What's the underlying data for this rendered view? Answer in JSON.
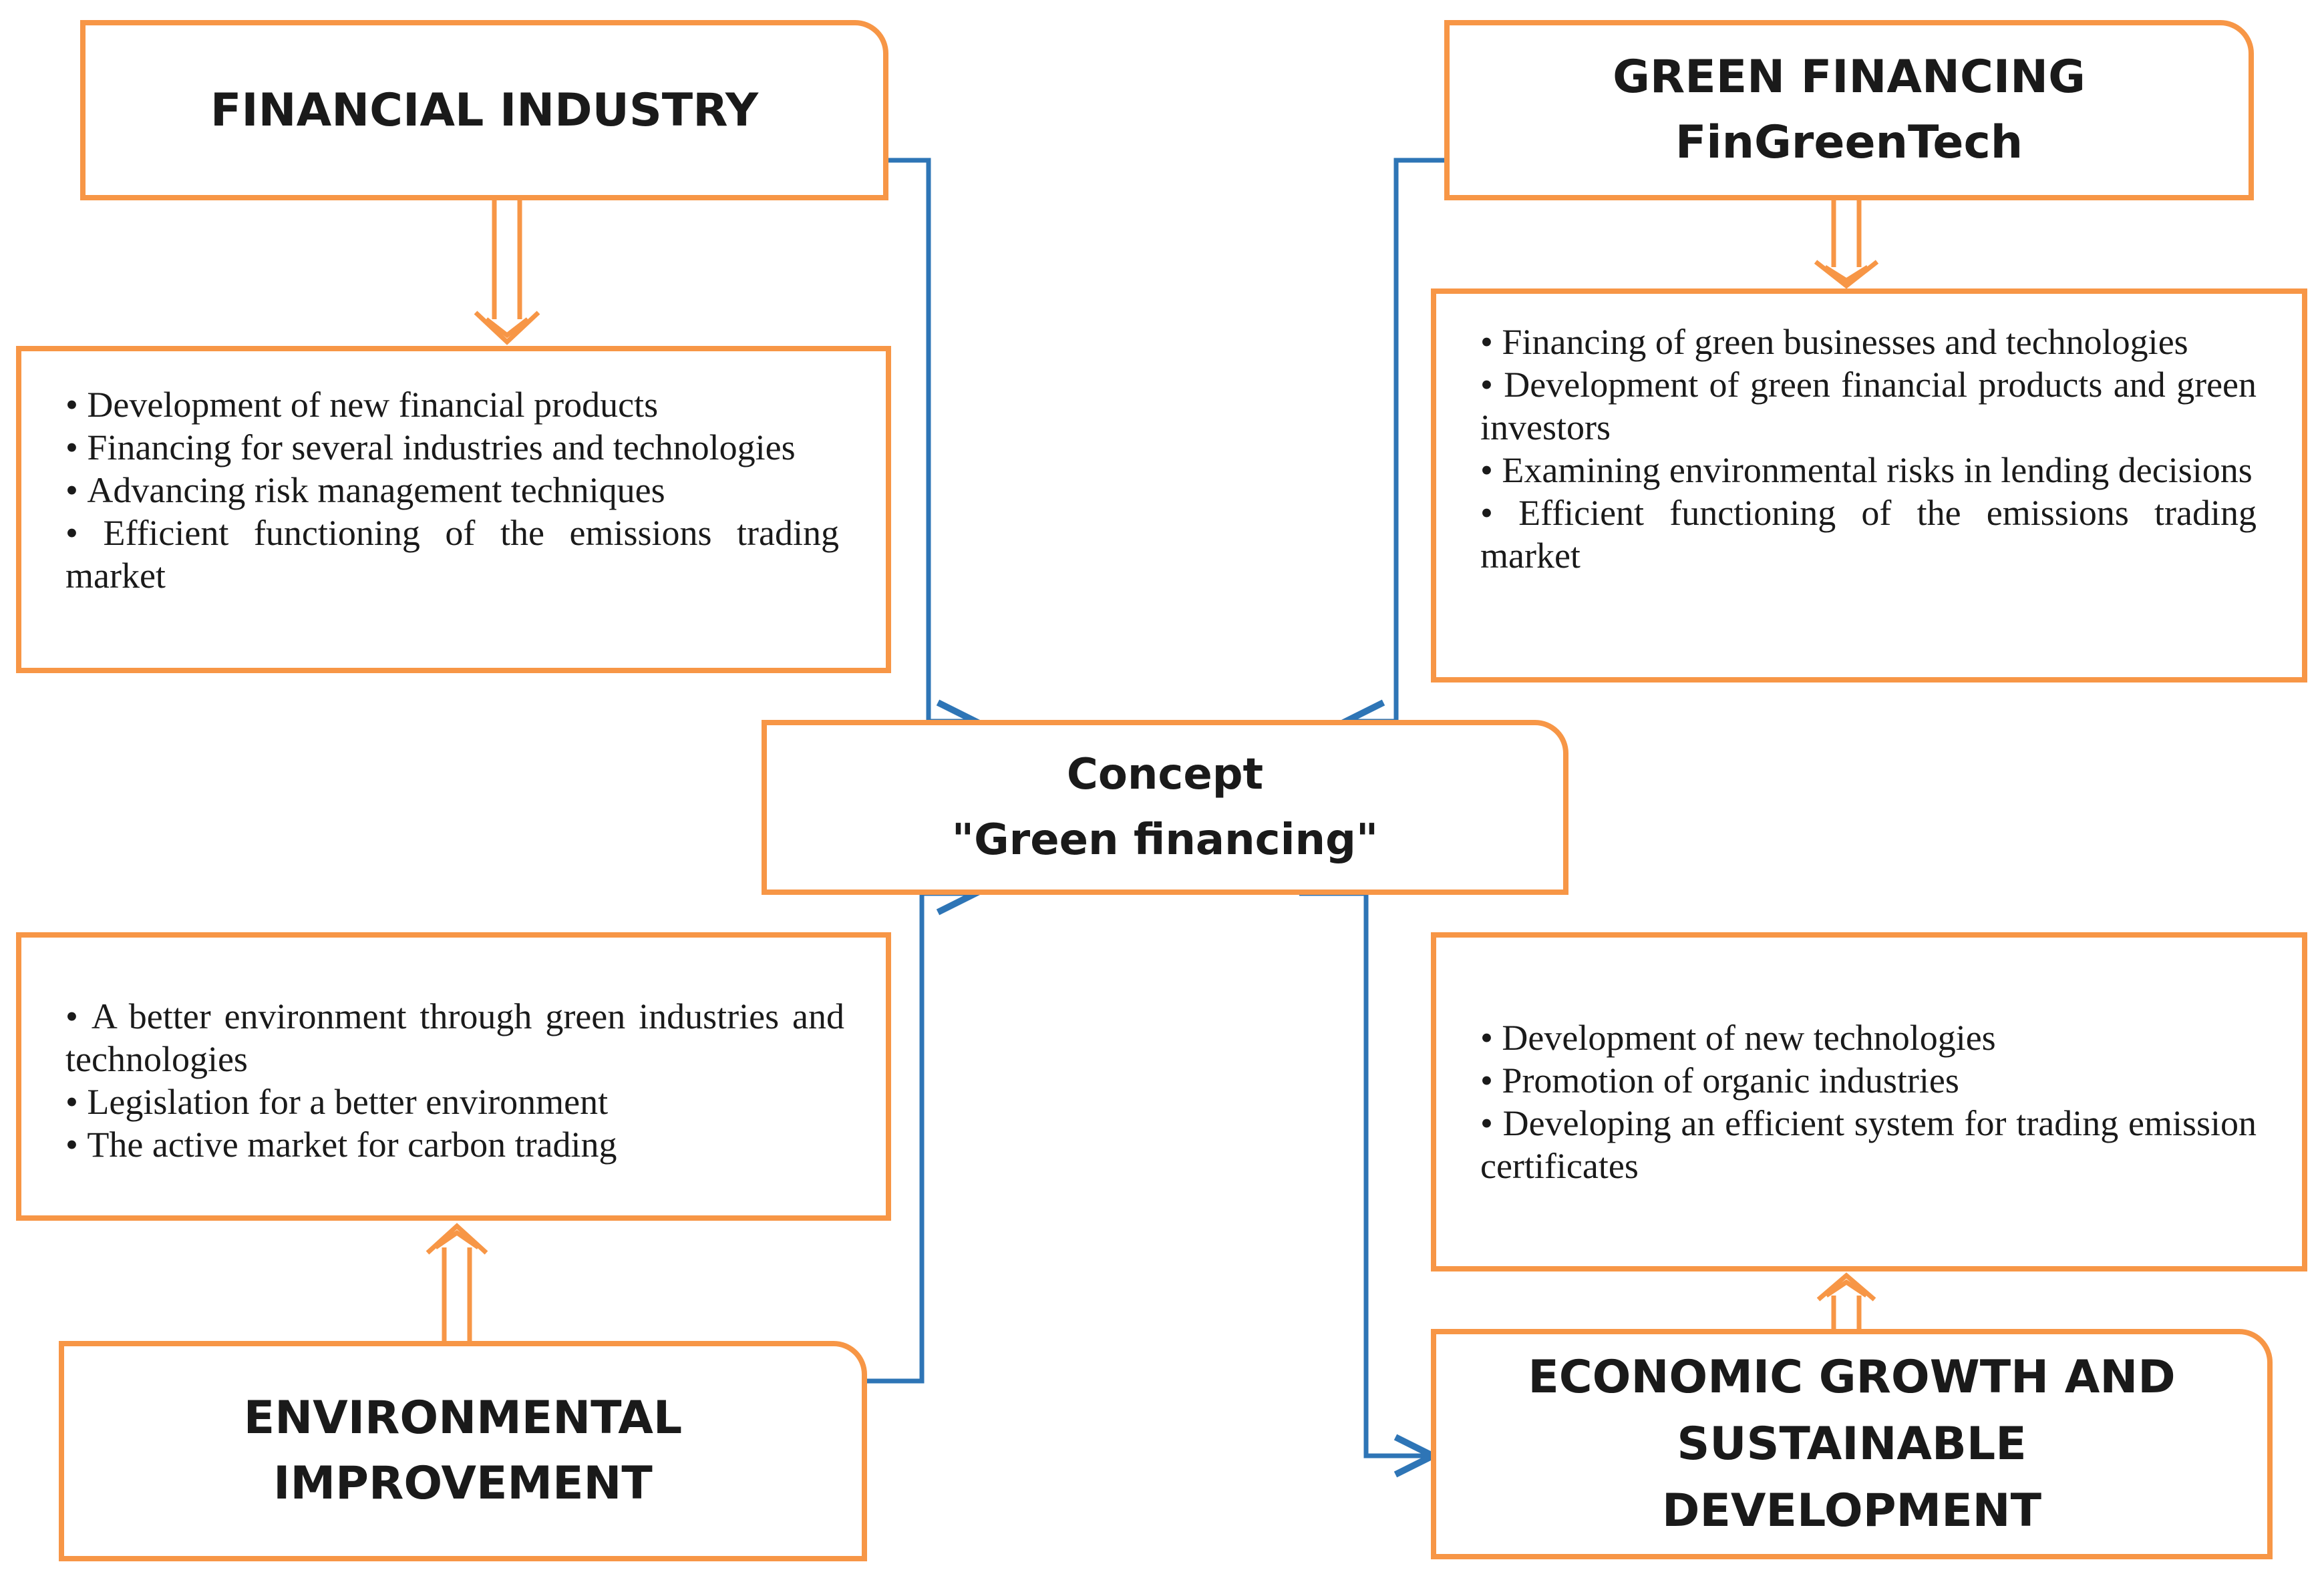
{
  "financial_industry": {
    "title": "FINANCIAL INDUSTRY",
    "items": [
      "Development of new financial products",
      "Financing for several industries and technologies",
      "Advancing risk management techniques",
      "Efficient functioning of the emissions trading market"
    ]
  },
  "green_financing": {
    "title_line1": "GREEN FINANCING",
    "title_line2": "FinGreenTech",
    "items": [
      "Financing of green businesses and technologies",
      "Development of green financial products and green investors",
      "Examining environmental risks in lending decisions",
      "Efficient functioning of the emissions trading market"
    ]
  },
  "concept": {
    "line1": "Concept",
    "line2": "\"Green financing\""
  },
  "environmental_improvement": {
    "title_line1": "ENVIRONMENTAL",
    "title_line2": "IMPROVEMENT",
    "items": [
      "A better environment through green industries and technologies",
      "Legislation for a better environment",
      "The active market for carbon trading"
    ]
  },
  "economic_growth": {
    "title_line1": "ECONOMIC GROWTH AND",
    "title_line2": "SUSTAINABLE",
    "title_line3": "DEVELOPMENT",
    "items": [
      "Development of new technologies",
      "Promotion of organic industries",
      "Developing an efficient system for trading emission certificates"
    ]
  },
  "colors": {
    "box_border": "#F79646",
    "connector": "#2E75B6",
    "text": "#1a1a1a"
  }
}
